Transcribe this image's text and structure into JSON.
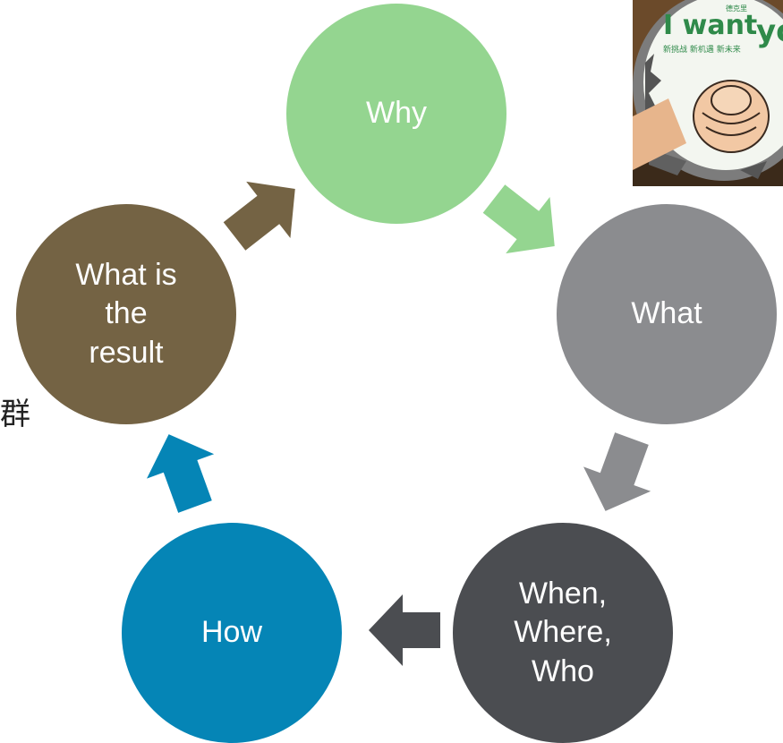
{
  "diagram": {
    "nodes": [
      {
        "id": "why",
        "lines": [
          "Why"
        ],
        "color": "#94d590"
      },
      {
        "id": "what",
        "lines": [
          "What"
        ],
        "color": "#8b8c8f"
      },
      {
        "id": "when-where-who",
        "lines": [
          "When,",
          "Where,",
          "Who"
        ],
        "color": "#4b4d51"
      },
      {
        "id": "how",
        "lines": [
          "How"
        ],
        "color": "#0585b6"
      },
      {
        "id": "result",
        "lines": [
          "What is",
          "the",
          "result"
        ],
        "color": "#746344"
      }
    ],
    "edges": [
      {
        "from": "why",
        "to": "what"
      },
      {
        "from": "what",
        "to": "when-where-who"
      },
      {
        "from": "when-where-who",
        "to": "how"
      },
      {
        "from": "how",
        "to": "result"
      },
      {
        "from": "result",
        "to": "why"
      }
    ]
  },
  "side_text": "群",
  "photo": {
    "description_icon": "pointing-hand-icon",
    "text": "I want",
    "text_partial": "yo",
    "subtext": "新挑战 新机遇 新未来",
    "small_text": "德克里"
  }
}
